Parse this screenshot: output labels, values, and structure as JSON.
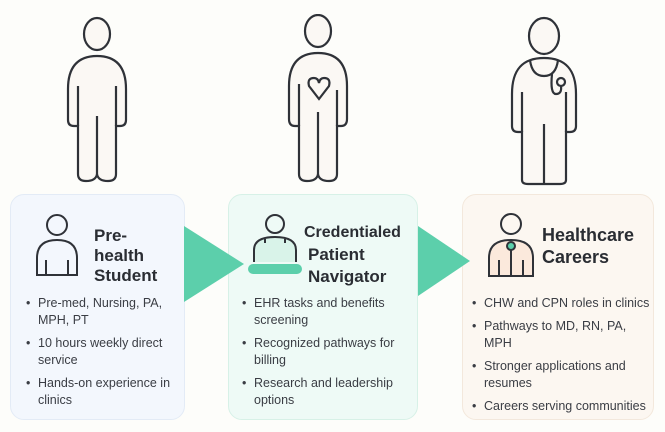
{
  "figures": [
    {
      "name": "person-figure",
      "variant": "plain"
    },
    {
      "name": "person-heart-figure",
      "variant": "heart"
    },
    {
      "name": "doctor-stethoscope-figure",
      "variant": "stethoscope"
    }
  ],
  "colors": {
    "accent": "#5ccfab",
    "card1": "#f3f7fd",
    "card2": "#eefaf6",
    "card3": "#fcf7f1",
    "outline": "#2f3238"
  },
  "cards": [
    {
      "title_lines": [
        "Pre-",
        "health",
        "Student"
      ],
      "bullets": [
        "Pre-med, Nursing, PA, MPH, PT",
        "10 hours weekly direct service",
        "Hands-on experience in clinics"
      ]
    },
    {
      "title_lines": [
        "Credentialed",
        "Patient",
        "Navigator"
      ],
      "bullets": [
        "EHR tasks and benefits screening",
        "Recognized pathways for billing",
        "Research and leadership options"
      ]
    },
    {
      "title_lines": [
        "Healthcare",
        "Careers"
      ],
      "bullets": [
        "CHW and CPN roles in clinics",
        "Pathways to MD, RN, PA, MPH",
        "Stronger applications and resumes",
        "Careers serving communities"
      ]
    }
  ]
}
